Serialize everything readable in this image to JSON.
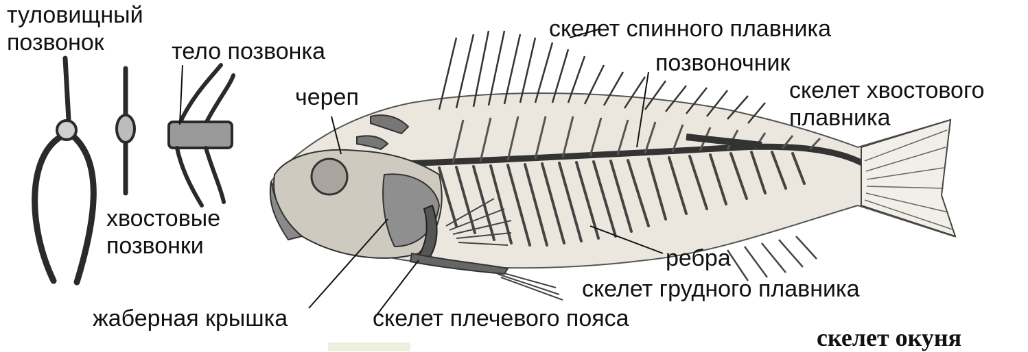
{
  "labels": {
    "trunk_vertebra_line1": "туловищный",
    "trunk_vertebra_line2": "позвонок",
    "vertebra_body": "тело позвонка",
    "tail_vertebrae_line1": "хвостовые",
    "tail_vertebrae_line2": "позвонки",
    "skull": "череп",
    "dorsal_fin_skeleton": "скелет спинного плавника",
    "spine": "позвоночник",
    "caudal_fin_line1": "скелет хвостового",
    "caudal_fin_line2": "плавника",
    "ribs": "ребра",
    "pectoral_fin_skeleton": "скелет грудного плавника",
    "gill_cover": "жаберная крышка",
    "shoulder_girdle": "скелет плечевого пояса"
  },
  "title": "скелет окуня",
  "colors": {
    "bone_fill": "#e9e4da",
    "bone_dark": "#3a3a3a",
    "stroke": "#222222",
    "paper": "#ffffff"
  }
}
